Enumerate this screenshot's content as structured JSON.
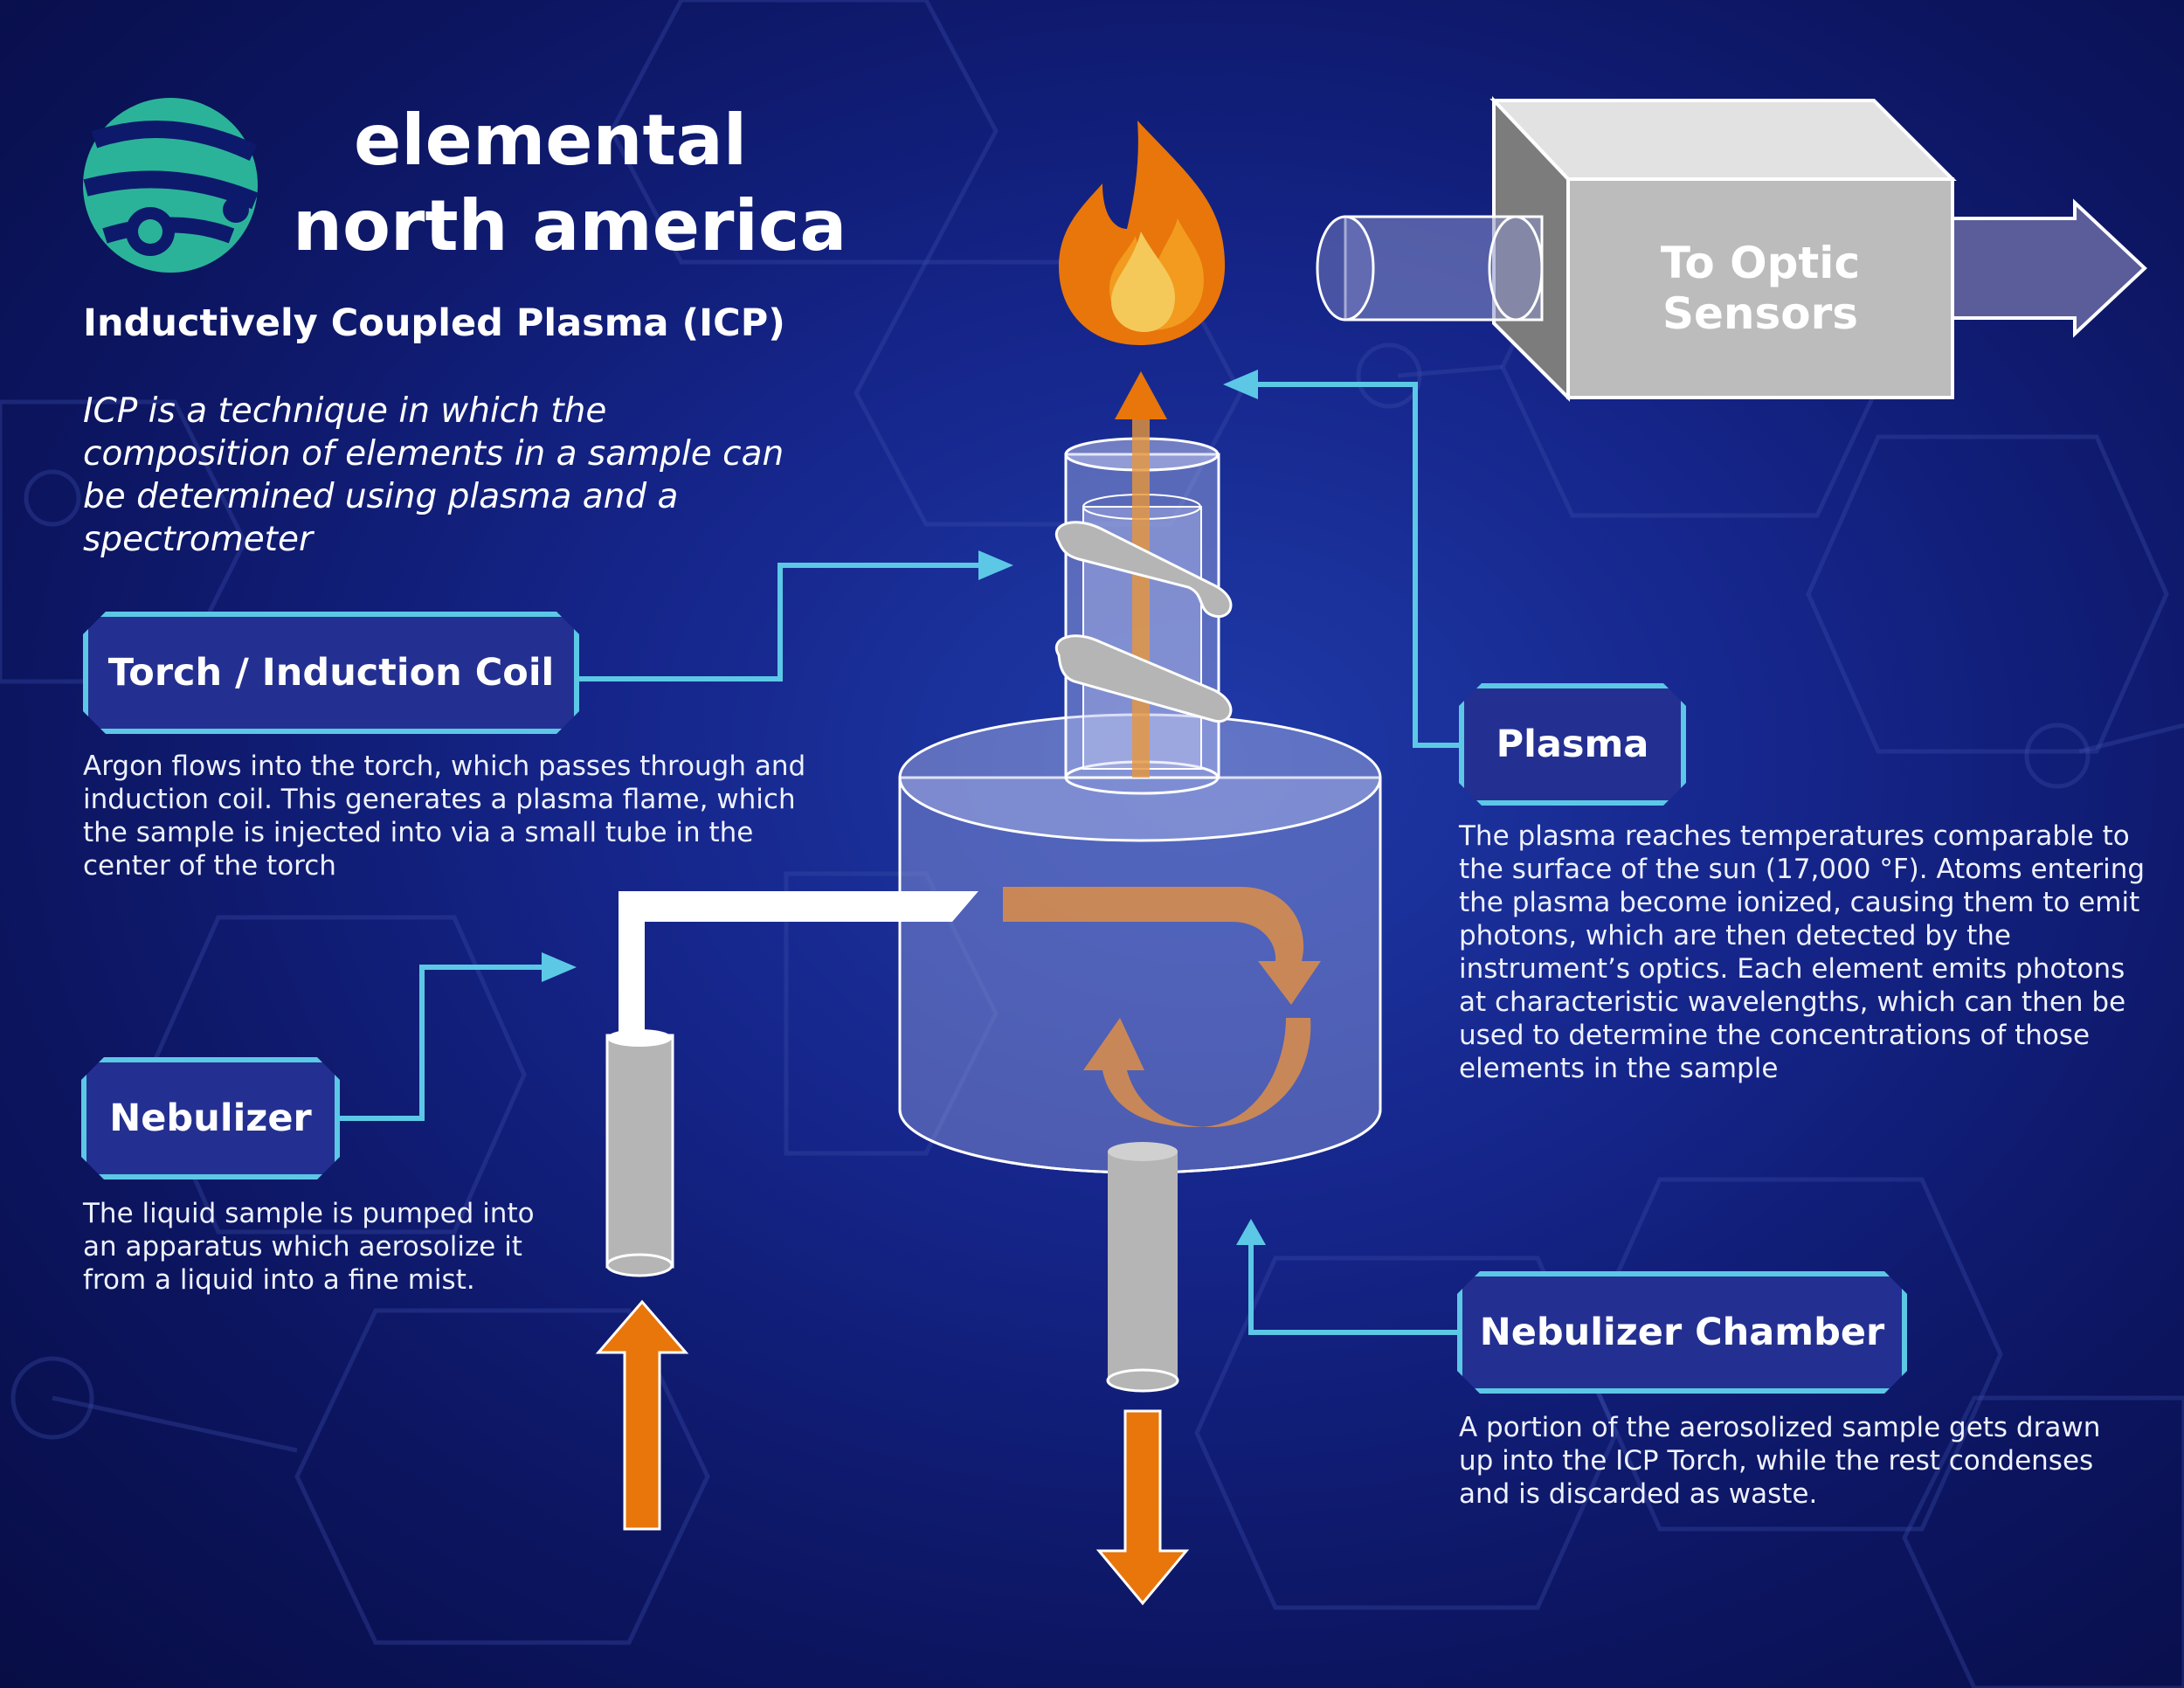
{
  "brand": {
    "line1": "elemental",
    "line2": "north america"
  },
  "subtitle": "Inductively Coupled Plasma (ICP)",
  "intro": "ICP is a technique in which the composition of elements in a sample can be determined using plasma and a spectrometer",
  "labels": {
    "torch": {
      "title": "Torch / Induction Coil",
      "description": "Argon flows into the torch, which passes through and induction coil. This generates a plasma flame, which the sample is injected into via a small tube in the center of the torch"
    },
    "nebulizer": {
      "title": "Nebulizer",
      "description": "The liquid sample is pumped into an apparatus which aerosolize it from a liquid into a fine mist."
    },
    "plasma": {
      "title": "Plasma",
      "description": "The plasma reaches temperatures comparable to the surface of the sun (17,000 °F). Atoms entering the plasma become ionized, causing them to emit photons, which are then detected by the instrument’s optics. Each element emits photons at characteristic wavelengths, which can then be used to determine the concentrations of those elements in the sample"
    },
    "chamber": {
      "title": "Nebulizer Chamber",
      "description": "A portion of the aerosolized sample gets drawn up into the ICP Torch, while the rest condenses and is discarded as waste."
    }
  },
  "optic": {
    "line1": "To Optic",
    "line2": "Sensors"
  },
  "icons": {
    "logo": "globe-logo-icon",
    "flame": "flame-icon"
  },
  "colors": {
    "accent": "#5cc8e6",
    "box_fill": "#243091",
    "orange": "#e8760b",
    "logo": "#2bb39a",
    "gray": "#b5b5b5"
  }
}
